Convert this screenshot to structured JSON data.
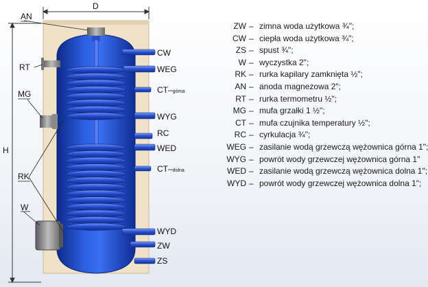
{
  "dimension_labels": {
    "width": "D",
    "height": "H"
  },
  "left_labels": {
    "an": "AN",
    "rt": "RT",
    "mg": "MG",
    "rk": "RK",
    "w": "W"
  },
  "right_labels": {
    "cw": "CW",
    "weg": "WEG",
    "ct_top_main": "CT–",
    "ct_top_sub": "górna",
    "wyg": "WYG",
    "rc": "RC",
    "wed": "WED",
    "ct_bot_main": "CT–",
    "ct_bot_sub": "dolna",
    "wyd": "WYD",
    "zw": "ZW",
    "zs": "ZS"
  },
  "legend": [
    {
      "code": "ZW",
      "text": "zimna woda użytkowa ¾\";"
    },
    {
      "code": "CW",
      "text": "ciepła woda użytkowa ¾\";"
    },
    {
      "code": "ZS",
      "text": "spust ¾\";"
    },
    {
      "code": "W",
      "text": "wyczystka 2\";"
    },
    {
      "code": "RK",
      "text": "rurka kapilary zamknięta ½\";"
    },
    {
      "code": "AN",
      "text": "anoda magnezowa 2\";"
    },
    {
      "code": "RT",
      "text": "rurka termometru ½\";"
    },
    {
      "code": "MG",
      "text": "mufa grzałki 1 ½\";"
    },
    {
      "code": "CT",
      "text": "mufa czujnika temperatury ½\";"
    },
    {
      "code": "RC",
      "text": "cyrkulacja ¾\";"
    },
    {
      "code": "WEG",
      "text": "zasilanie wodą grzewczą wężownica górna 1\";"
    },
    {
      "code": "WYG",
      "text": "powrót wody grzewczej wężownica górna 1\""
    },
    {
      "code": "WED",
      "text": "zasilanie wodą grzewczą wężownica dolna 1\";"
    },
    {
      "code": "WYD",
      "text": "powrót wody grzewczej wężownica dolna 1\";"
    }
  ],
  "dash": "–",
  "colors": {
    "tank_blue": "#1a44c2",
    "jacket": "#efe2c9",
    "pipe": "#2a50c8",
    "background": "#f2f4f8"
  }
}
